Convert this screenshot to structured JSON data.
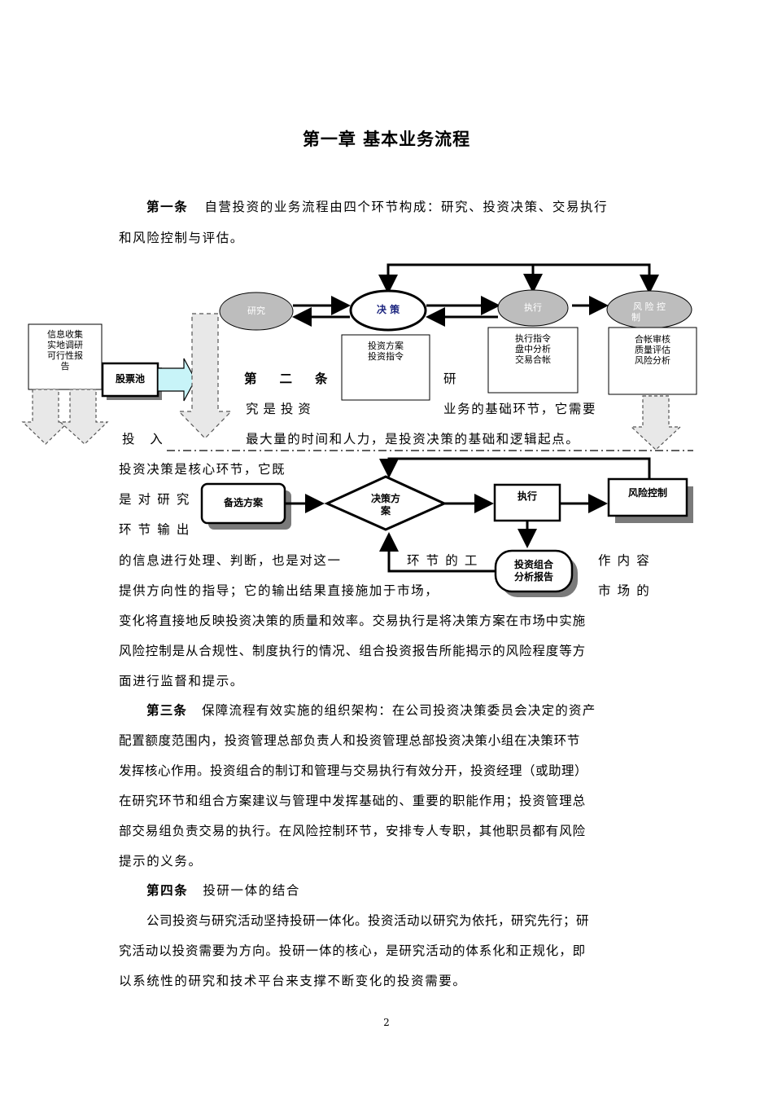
{
  "title": "第一章 基本业务流程",
  "art1": {
    "head": "第一条",
    "l1": "自营投资的业务流程由四个环节构成：研究、投资决策、交易执行",
    "l2": "和风险控制与评估。"
  },
  "diagram1": {
    "research": "研究",
    "decision": "决 策",
    "execute": "执行",
    "risk_a": "风 险 控",
    "risk_b": "制",
    "decision_box": [
      "投资方案",
      "投资指令"
    ],
    "execute_box": [
      "执行指令",
      "盘中分析",
      "交易合帐"
    ],
    "risk_box": [
      "合帐审核",
      "质量评估",
      "风险分析"
    ],
    "info_box": [
      "信息收集",
      "实地调研",
      "可行性报",
      "告"
    ],
    "stock_pool": "股票池"
  },
  "art2": {
    "head_chars": [
      "第",
      "二",
      "条"
    ],
    "frag_yan": "研",
    "frag_jiu": "究 是 投 资",
    "frag_ye": "业务的基础环节，它需要",
    "frag_tou": "投　入",
    "frag_zui": "最大量的时间和人力，是投资决策的基础和逻辑起点。",
    "frag_a": "投资决策是核心环节，它既",
    "frag_b": "是 对 研 究",
    "frag_c": "环 节 输 出",
    "frag_d1": "的信息进行处理、判断，也是对这一",
    "frag_d2": "环 节 的 工",
    "frag_d3": "作 内 容",
    "frag_e1": "提供方向性的指导；它的输出结果直接施加于市场，",
    "frag_e2": "市 场 的",
    "l_f": "变化将直接地反映投资决策的质量和效率。交易执行是将决策方案在市场中实施",
    "l_g": "风险控制是从合规性、制度执行的情况、组合投资报告所能揭示的风险程度等方",
    "l_h": "面进行监督和提示。"
  },
  "diagram2": {
    "alt_plan": "备选方案",
    "decision_plan_a": "决策方",
    "decision_plan_b": "案",
    "execute": "执行",
    "risk": "风险控制",
    "report_a": "投资组合",
    "report_b": "分析报告"
  },
  "art3": {
    "head": "第三条",
    "l1": "保障流程有效实施的组织架构：在公司投资决策委员会决定的资产",
    "l2": "配置额度范围内，投资管理总部负责人和投资管理总部投资决策小组在决策环节",
    "l3": "发挥核心作用。投资组合的制订和管理与交易执行有效分开，投资经理（或助理）",
    "l4": "在研究环节和组合方案建议与管理中发挥基础的、重要的职能作用；投资管理总",
    "l5": "部交易组负责交易的执行。在风险控制环节，安排专人专职，其他职员都有风险",
    "l6": "提示的义务。"
  },
  "art4": {
    "head": "第四条",
    "l1": "投研一体的结合",
    "l2": "公司投资与研究活动坚持投研一体化。投资活动以研究为依托，研究先行；研",
    "l3": "究活动以投资需要为方向。投研一体的核心，是研究活动的体系化和正规化，即",
    "l4": "以系统性的研究和技术平台来支撑不断变化的投资需要。"
  },
  "page_number": "2",
  "colors": {
    "ellipse": "#bdbdbd",
    "arrow_fill": "#e8e8e8",
    "cyan": "#c8f4f8",
    "shadow": "#7a7a7a"
  }
}
